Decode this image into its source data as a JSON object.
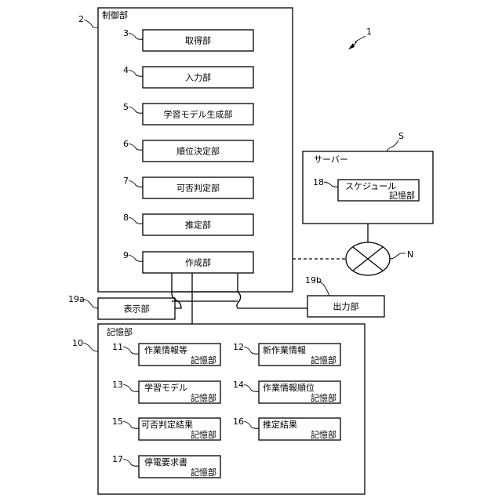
{
  "system_ref": "1",
  "control": {
    "ref": "2",
    "title": "制御部",
    "units": [
      {
        "ref": "3",
        "label": "取得部"
      },
      {
        "ref": "4",
        "label": "入力部"
      },
      {
        "ref": "5",
        "label": "学習モデル生成部"
      },
      {
        "ref": "6",
        "label": "順位決定部"
      },
      {
        "ref": "7",
        "label": "可否判定部"
      },
      {
        "ref": "8",
        "label": "推定部"
      },
      {
        "ref": "9",
        "label": "作成部"
      }
    ]
  },
  "server": {
    "ref": "S",
    "title": "サーバー",
    "unit": {
      "ref": "18",
      "line1": "スケジュール",
      "line2": "記憶部"
    }
  },
  "network": {
    "ref": "N"
  },
  "display": {
    "ref": "19a",
    "label": "表示部"
  },
  "output": {
    "ref": "19b",
    "label": "出力部"
  },
  "storage": {
    "ref": "10",
    "title": "記憶部",
    "units": [
      {
        "ref": "11",
        "line1": "作業情報等",
        "line2": "記憶部"
      },
      {
        "ref": "12",
        "line1": "新作業情報",
        "line2": "記憶部"
      },
      {
        "ref": "13",
        "line1": "学習モデル",
        "line2": "記憶部"
      },
      {
        "ref": "14",
        "line1": "作業情報順位",
        "line2": "記憶部"
      },
      {
        "ref": "15",
        "line1": "可否判定結果",
        "line2": "記憶部"
      },
      {
        "ref": "16",
        "line1": "推定結果",
        "line2": "記憶部"
      },
      {
        "ref": "17",
        "line1": "停電要求書",
        "line2": "記憶部"
      }
    ]
  }
}
